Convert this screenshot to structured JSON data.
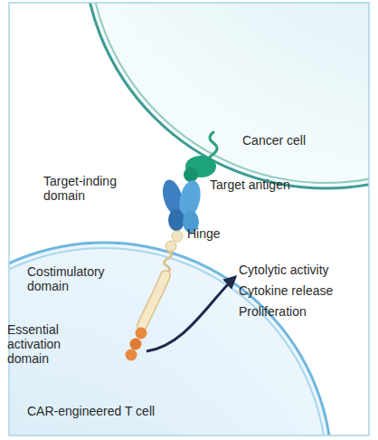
{
  "diagram": {
    "nodes": [
      {
        "text": [
          "Cancer cell"
        ]
      },
      {
        "text": [
          "Target antigen"
        ]
      },
      {
        "text": [
          "Target-inding domain"
        ]
      },
      {
        "text": [
          "Hinge"
        ]
      },
      {
        "text": [
          "CAR-engineered T cell"
        ]
      },
      {
        "text": [
          "Costimulatory domain"
        ],
        "in": 4
      },
      {
        "text": [
          "Essential activation domain"
        ],
        "in": 4
      }
    ],
    "labels": [
      "Cytolytic activity",
      "Cytokine release",
      "Proliferation"
    ]
  }
}
